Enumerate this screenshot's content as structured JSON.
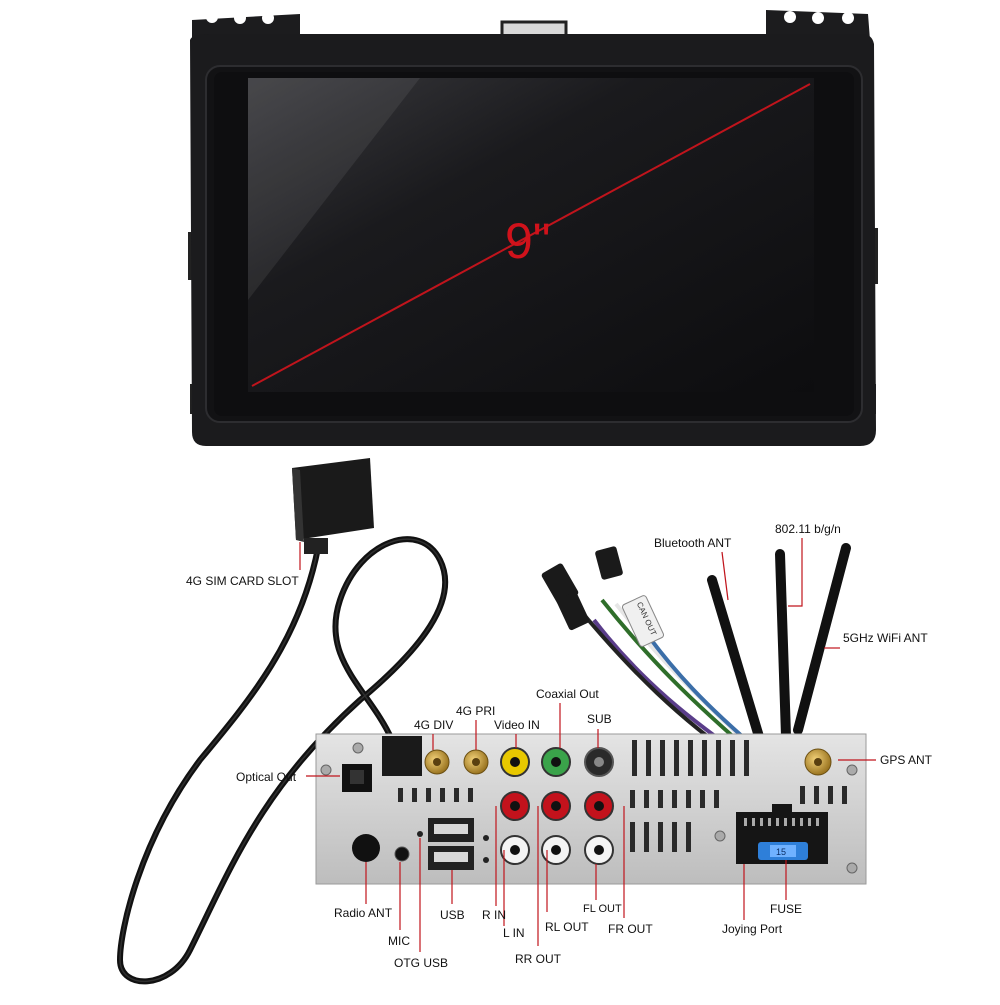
{
  "screen": {
    "size_label": "9\""
  },
  "colors": {
    "accent_red": "#d0121b",
    "bezel": "#1b1b1d",
    "chassis": "#d6d6d6"
  },
  "labels": {
    "sim_slot": "4G SIM CARD SLOT",
    "bluetooth_ant": "Bluetooth ANT",
    "wifi_24": "802.11 b/g/n",
    "wifi_5": "5GHz WiFi ANT",
    "coaxial_out": "Coaxial Out",
    "sub": "SUB",
    "video_in": "Video IN",
    "pri_4g": "4G PRI",
    "div_4g": "4G DIV",
    "optical_out": "Optical Out",
    "gps_ant": "GPS ANT",
    "radio_ant": "Radio ANT",
    "usb": "USB",
    "r_in": "R IN",
    "l_in": "L IN",
    "rl_out": "RL OUT",
    "fl_out": "FL OUT",
    "fr_out": "FR OUT",
    "rr_out": "RR OUT",
    "mic": "MIC",
    "otg_usb": "OTG USB",
    "joying_port": "Joying Port",
    "fuse": "FUSE",
    "can_tag": "CAN OUT",
    "fuse_value": "15"
  }
}
